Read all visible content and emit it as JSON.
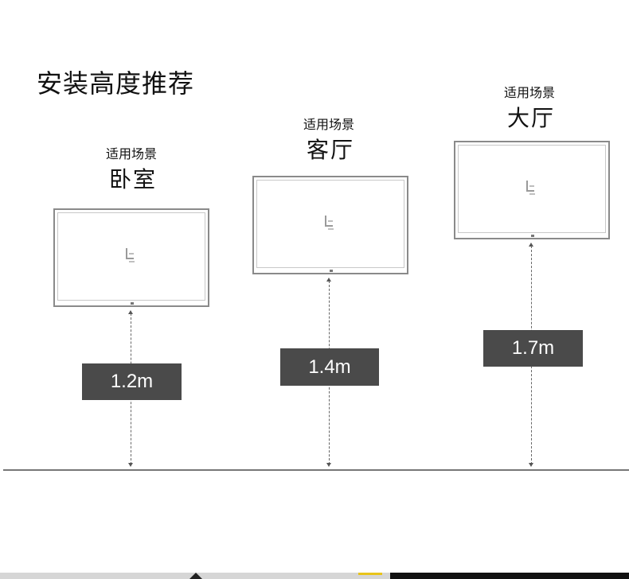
{
  "title": "安装高度推荐",
  "scenes": [
    {
      "caption": "适用场景",
      "room": "卧室",
      "height": "1.2m"
    },
    {
      "caption": "适用场景",
      "room": "客厅",
      "height": "1.4m"
    },
    {
      "caption": "适用场景",
      "room": "大厅",
      "height": "1.7m"
    }
  ],
  "colors": {
    "badge": "#4a4a4a",
    "tv_border": "#8a8a8a",
    "floor": "#777777"
  },
  "icons": [
    "tv-brand-logo-icon",
    "arrow-up-icon",
    "arrow-down-icon"
  ]
}
